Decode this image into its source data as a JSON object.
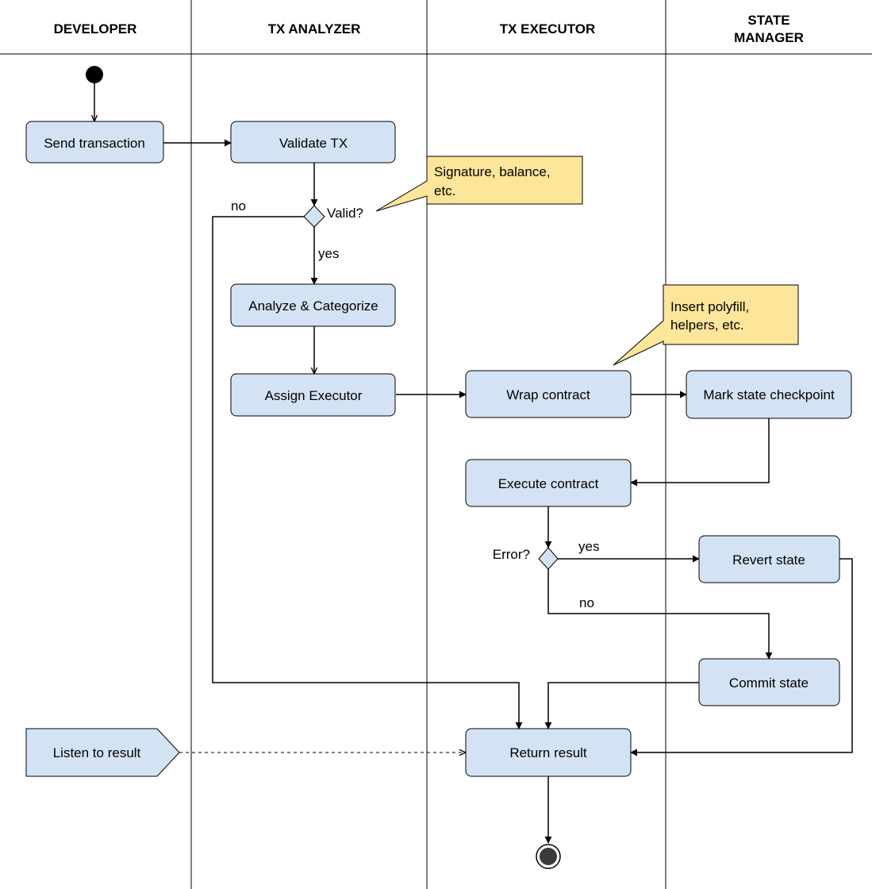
{
  "lanes": [
    {
      "title_lines": [
        "DEVELOPER"
      ]
    },
    {
      "title_lines": [
        "TX ANALYZER"
      ]
    },
    {
      "title_lines": [
        "TX EXECUTOR"
      ]
    },
    {
      "title_lines": [
        "STATE",
        "MANAGER"
      ]
    }
  ],
  "nodes": {
    "send_transaction": "Send transaction",
    "validate_tx": "Validate TX",
    "analyze_categorize": "Analyze & Categorize",
    "assign_executor": "Assign Executor",
    "wrap_contract": "Wrap contract",
    "mark_state_checkpoint": "Mark state checkpoint",
    "execute_contract": "Execute contract",
    "revert_state": "Revert state",
    "commit_state": "Commit state",
    "return_result": "Return result",
    "listen_to_result": "Listen to result"
  },
  "decisions": {
    "valid": "Valid?",
    "error": "Error?"
  },
  "edge_labels": {
    "valid_no": "no",
    "valid_yes": "yes",
    "error_yes": "yes",
    "error_no": "no"
  },
  "notes": {
    "signature_lines": [
      "Signature, balance,",
      "etc."
    ],
    "polyfill_lines": [
      "Insert polyfill,",
      "helpers, etc."
    ]
  },
  "colors": {
    "node_fill": "#d4e3f3",
    "note_fill": "#fde59a",
    "stroke": "#000000",
    "end_fill": "#3a3a3a"
  }
}
